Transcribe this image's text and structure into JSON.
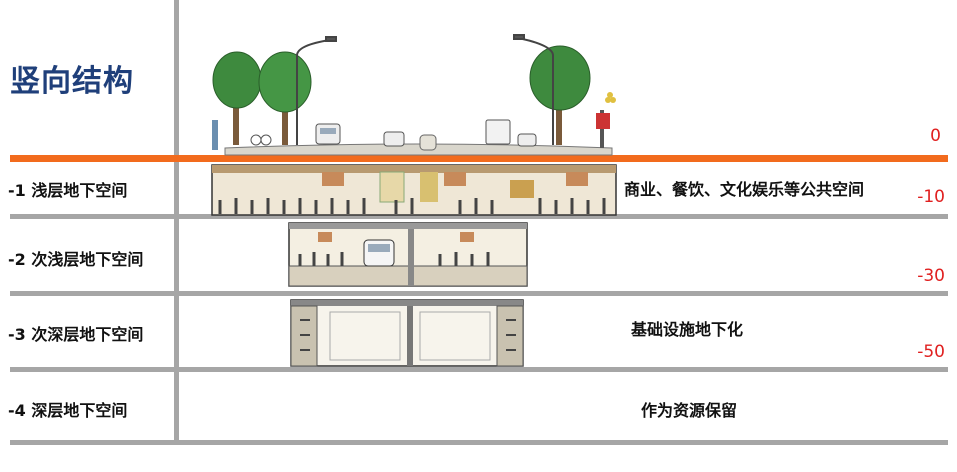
{
  "title": "竖向结构",
  "layers": [
    {
      "label": "-1  浅层地下空间"
    },
    {
      "label": "-2  次浅层地下空间"
    },
    {
      "label": "-3  次深层地下空间"
    },
    {
      "label": "-4  深层地下空间"
    }
  ],
  "depth_marks": [
    "0",
    "-10",
    "-30",
    "-50"
  ],
  "usages": [
    "商业、餐饮、文化娱乐等公共空间",
    "基础设施地下化",
    "作为资源保留"
  ],
  "colors": {
    "title": "#1f3f7a",
    "ground_line": "#f26b1d",
    "depth_text": "#e02020",
    "divider": "#a6a6a6"
  }
}
